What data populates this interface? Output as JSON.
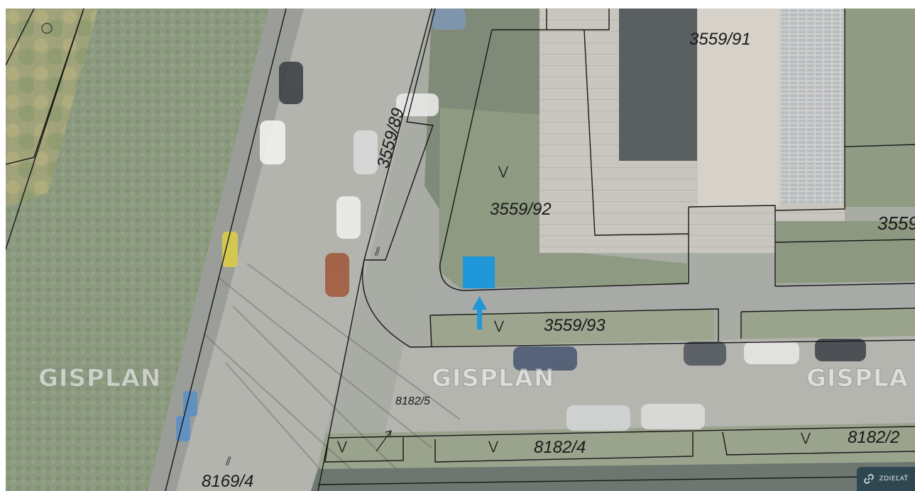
{
  "map": {
    "parcels": [
      {
        "id": "p1",
        "label": "3559/91"
      },
      {
        "id": "p2",
        "label": "3559/89"
      },
      {
        "id": "p3",
        "label": "3559/92"
      },
      {
        "id": "p4",
        "label": "3559/93"
      },
      {
        "id": "p5",
        "label": "8182/5"
      },
      {
        "id": "p6",
        "label": "8182/4"
      },
      {
        "id": "p7",
        "label": "8182/2"
      },
      {
        "id": "p8",
        "label": "8169/4"
      },
      {
        "id": "p9",
        "label": "3559"
      }
    ],
    "watermark": "GISPLAN",
    "watermark_partial": "GISPLAN",
    "watermark_right": "GISPLA",
    "marker_color": "#1f97d8"
  },
  "share": {
    "label": "ZDIEĽAŤ",
    "icon": "link-icon"
  }
}
